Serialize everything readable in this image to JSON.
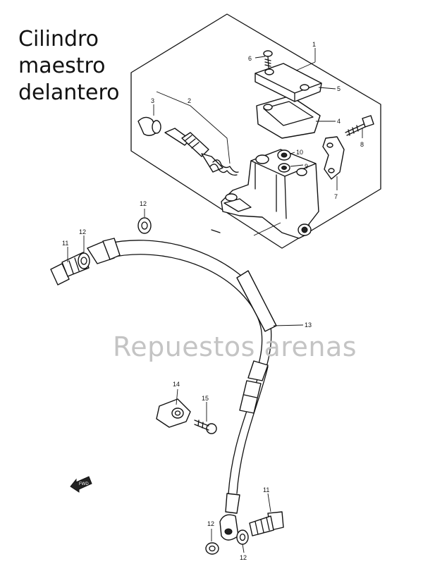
{
  "title": {
    "line1": "Cilindro",
    "line2": "maestro",
    "line3": "delantero"
  },
  "watermark": "Repuestos arenas",
  "callouts": {
    "c1": "1",
    "c2": "2",
    "c3": "3",
    "c4": "4",
    "c5": "5",
    "c6": "6",
    "c7": "7",
    "c8": "8",
    "c9": "9",
    "c10": "10",
    "c11a": "11",
    "c11b": "11",
    "c12a": "12",
    "c12b": "12",
    "c12c": "12",
    "c12d": "12",
    "c13": "13",
    "c14": "14",
    "c15": "15"
  },
  "fwd_label": "FWD"
}
